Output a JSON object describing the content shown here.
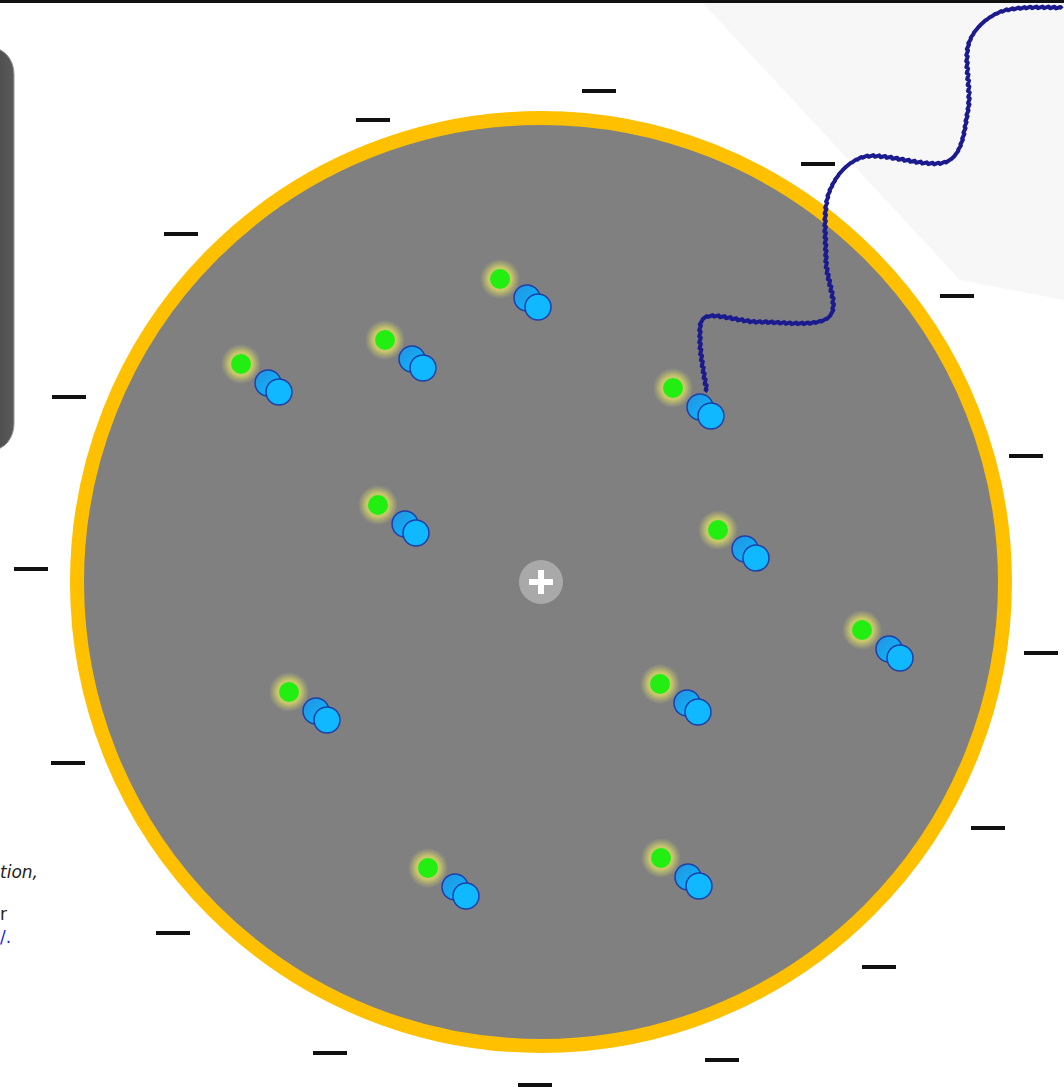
{
  "diagram": {
    "labels": [
      "tion,",
      "r",
      "/."
    ]
  }
}
